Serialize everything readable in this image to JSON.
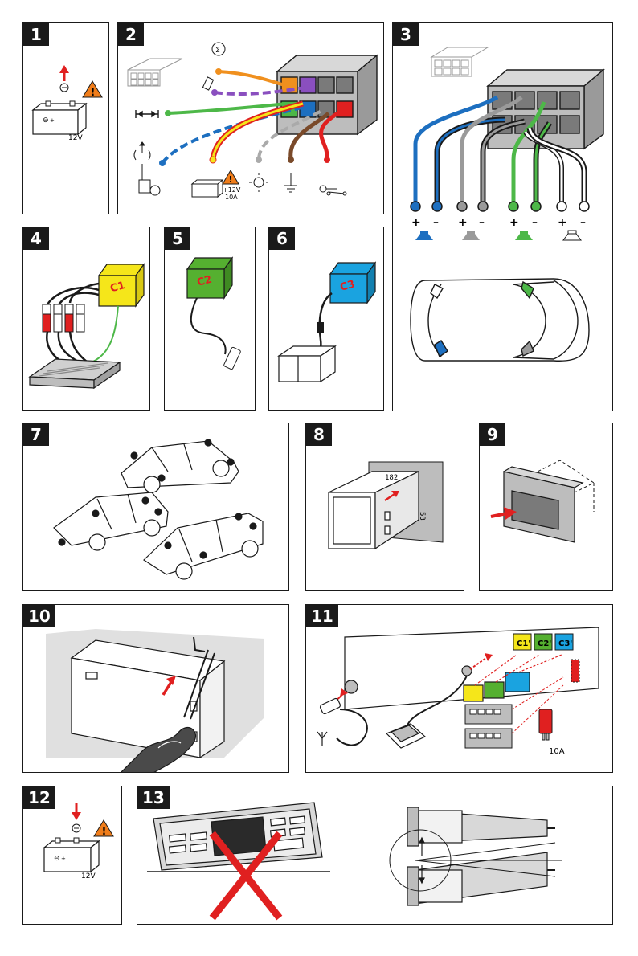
{
  "panels": [
    {
      "number": "1",
      "labels": {
        "voltage": "12V"
      }
    },
    {
      "number": "2",
      "labels": {
        "voltage": "+12V",
        "fuse": "10A"
      }
    },
    {
      "number": "3",
      "labels": {
        "plus": "+",
        "minus": "–"
      }
    },
    {
      "number": "4",
      "labels": {
        "connector": "C1"
      }
    },
    {
      "number": "5",
      "labels": {
        "connector": "C2"
      }
    },
    {
      "number": "6",
      "labels": {
        "connector": "C3"
      }
    },
    {
      "number": "7"
    },
    {
      "number": "8",
      "labels": {
        "width": "182",
        "height": "53"
      }
    },
    {
      "number": "9"
    },
    {
      "number": "10"
    },
    {
      "number": "11",
      "labels": {
        "c1": "C1'",
        "c2": "C2'",
        "c3": "C3'",
        "fuse": "10A"
      }
    },
    {
      "number": "12",
      "labels": {
        "voltage": "12V"
      }
    },
    {
      "number": "13"
    }
  ],
  "colors": {
    "warning": "#f07d1a",
    "red": "#e02020",
    "orange": "#f0901e",
    "purple": "#8a4fbf",
    "green": "#4db848",
    "blue": "#1d6fc0",
    "yellow": "#f5e61a",
    "grey": "#9a9a9a",
    "brown": "#7a4a2a",
    "c3blue": "#1aa3e0",
    "c2green": "#55b030"
  }
}
